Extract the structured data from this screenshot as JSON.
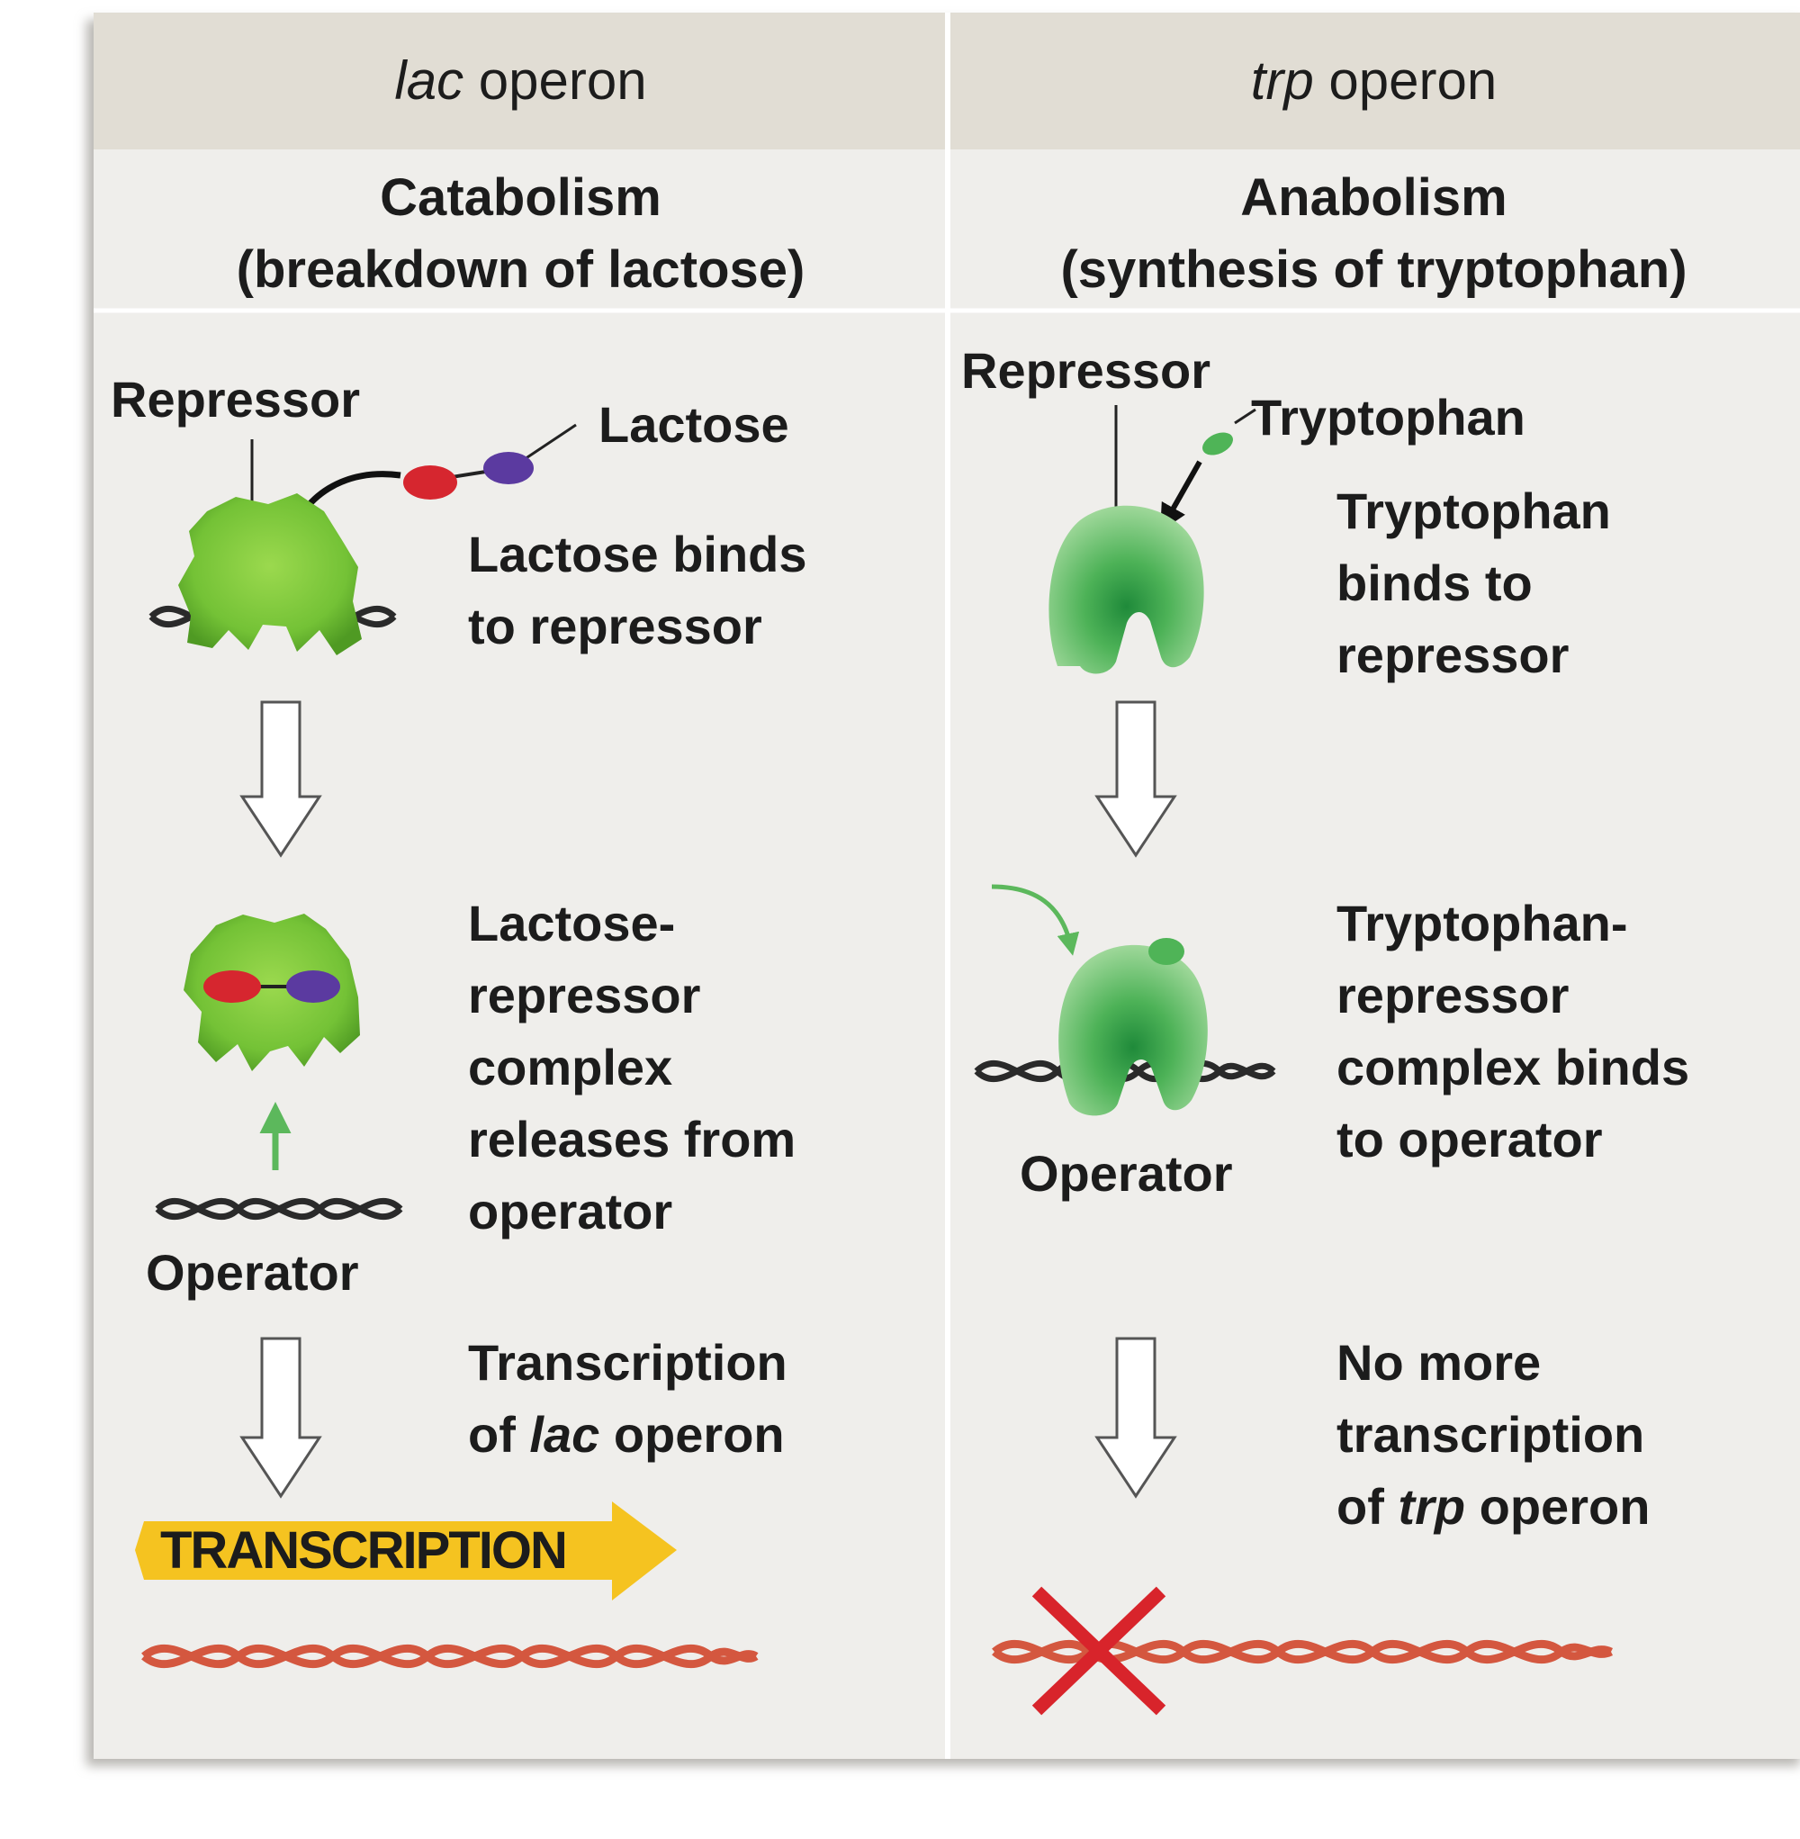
{
  "lac": {
    "header_italic": "lac",
    "header_rest": " operon",
    "type_line1": "Catabolism",
    "type_line2": "(breakdown of lactose)",
    "repressor_label": "Repressor",
    "lactose_label": "Lactose",
    "step1_line1": "Lactose binds",
    "step1_line2": "to repressor",
    "step2_lines": [
      "Lactose-",
      "repressor",
      "complex",
      "releases from",
      "operator"
    ],
    "operator_label": "Operator",
    "step3_line1": "Transcription",
    "step3_line2_prefix": "of ",
    "step3_line2_italic": "lac",
    "step3_line2_suffix": " operon",
    "transcription_banner": "TRANSCRIPTION"
  },
  "trp": {
    "header_italic": "trp",
    "header_rest": " operon",
    "type_line1": "Anabolism",
    "type_line2": "(synthesis of tryptophan)",
    "repressor_label": "Repressor",
    "tryptophan_label": "Tryptophan",
    "step1_lines": [
      "Tryptophan",
      "binds to",
      "repressor"
    ],
    "step2_lines": [
      "Tryptophan-",
      "repressor",
      "complex binds",
      "to operator"
    ],
    "operator_label": "Operator",
    "step3_line1": "No more",
    "step3_line2": "transcription",
    "step3_line3_prefix": "of ",
    "step3_line3_italic": "trp",
    "step3_line3_suffix": " operon"
  },
  "colors": {
    "header_bg": "#e1ddd4",
    "panel_bg": "#efeeeb",
    "repressor_lac": "#7cc63e",
    "repressor_trp": "#4fb457",
    "lactose_red": "#d6262f",
    "lactose_blue": "#5b3aa0",
    "dna_dark": "#2a2a2a",
    "dna_red": "#d4573f",
    "banner_yellow": "#f5c320",
    "cross_red": "#d8242b"
  },
  "icons": [
    "repressor-blob-icon",
    "repressor-u-icon",
    "dna-helix-icon",
    "down-arrow-icon",
    "transcription-arrow-icon",
    "cross-icon"
  ]
}
